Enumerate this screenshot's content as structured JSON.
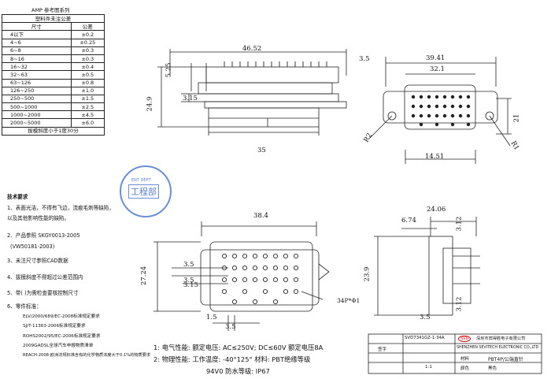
{
  "tolerance_table": {
    "title": "AMP 参考图系列",
    "subtitle": "塑料件未注公差",
    "header": [
      "尺寸",
      "公差"
    ],
    "rows": [
      [
        "4以下",
        "±0.2"
      ],
      [
        "4~6",
        "±0.25"
      ],
      [
        "6~8",
        "±0.3"
      ],
      [
        "8~16",
        "±0.3"
      ],
      [
        "16~32",
        "±0.4"
      ],
      [
        "32~63",
        "±0.5"
      ],
      [
        "63~126",
        "±0.8"
      ],
      [
        "126~250",
        "±1.0"
      ],
      [
        "250~500",
        "±1.5"
      ],
      [
        "500~1000",
        "±2.5"
      ],
      [
        "1000~2000",
        "±4.5"
      ],
      [
        "2000~5000",
        "±6.0"
      ]
    ],
    "footer": "拔模斜度小于1度30分"
  },
  "stamp": {
    "text": "工程部",
    "sub": "ENT DEPT"
  },
  "tech_req": {
    "title": "技术要求",
    "items": [
      "1、表面光洁，不得有飞边，流痕毛刺等缺陷，",
      "以及其他影响性能的缺陷。",
      "2、产品参照 SKGY0013-2005",
      "(VW50181-2003)",
      "3、未注尺寸参照CAD数据",
      "4、拔模斜度不得超过公差范围内",
      "5、带( )为需检查要核控制尺寸",
      "6、零件标准：",
      "ELV/2000/689/EC-2008标准规定要求",
      "SJ/T-11363-2006标准规定要求",
      "ROHS2002/95/EC-2006标准规定要求",
      "2009GADSL全球汽车申报物质清单",
      "REACH-2008-欧洲法规标准含有的化学物质浓度大于0.1%的物质要求"
    ]
  },
  "dims": {
    "top_width": "46.52",
    "d525": "5.25",
    "d315": "3.15",
    "d249": "24.9",
    "d35": "35",
    "d35b": "3.5",
    "d3941": "39.41",
    "d321": "32.1",
    "d21": "21",
    "d1451": "14.51",
    "r2": "R2",
    "r1": "R1",
    "d384": "38.4",
    "d2724": "27.24",
    "d35c": "3.5",
    "d35d": "3.5",
    "d315b": "3.15",
    "d15": "1.5",
    "d35e": "3.5",
    "pins": "34P*Φ1",
    "d2406": "24.06",
    "d674": "6.74",
    "d312": "3.12",
    "d239": "23.9",
    "d312b": "3.12",
    "d35f": "3.5"
  },
  "specs": {
    "line1": "1: 电气性能: 额定电压: AC≤250V; DC≤60V 额定电压8A",
    "line2": "2: 物理性能: 工作温度: -40°125° 材料: PBT绝缘等级",
    "line3": "94V0 防水等级: IP67"
  },
  "title_block": {
    "part_no": "SVD7341GZ-1-34A",
    "company_cn": "深圳市宾得胜电子有限公司",
    "company_en": "SHENZHEN SEVITECH ELECTRONIC CO.,LTD",
    "logo": "SVD",
    "product": "PBT4P/公端直针",
    "label_sign": "签字",
    "label_material": "材料",
    "label_color": "颜色",
    "color_value": "黑色",
    "scale": "1:1"
  }
}
